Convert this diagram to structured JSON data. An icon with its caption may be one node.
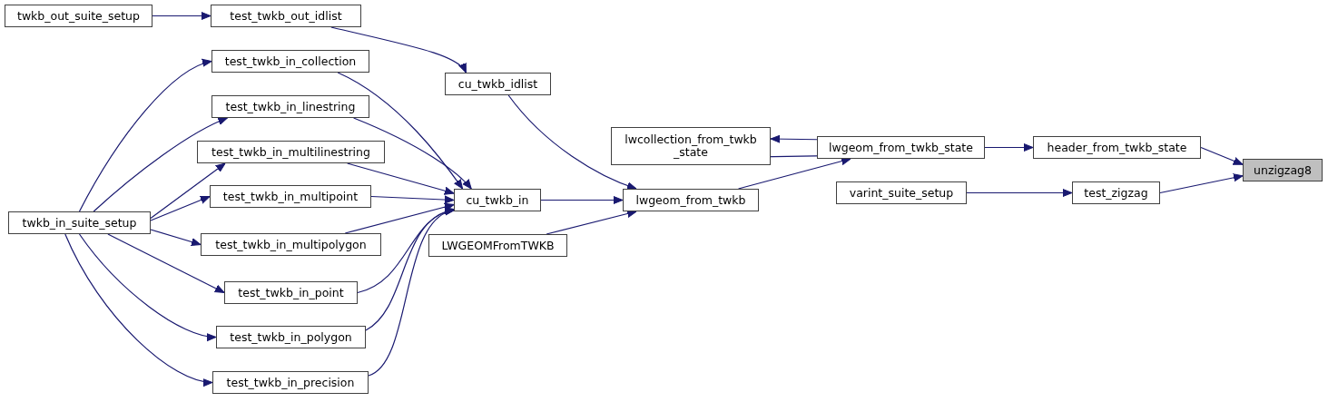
{
  "diagram": {
    "nodes": [
      {
        "text": [
          "unzigzag8"
        ]
      },
      {
        "text": [
          "header_from_twkb_state"
        ]
      },
      {
        "text": [
          "test_zigzag"
        ]
      },
      {
        "text": [
          "lwgeom_from_twkb_state"
        ]
      },
      {
        "text": [
          "lwcollection_from_twkb _state"
        ]
      },
      {
        "text": [
          "varint_suite_setup"
        ]
      },
      {
        "text": [
          "lwgeom_from_twkb"
        ]
      },
      {
        "text": [
          "cu_twkb_idlist"
        ]
      },
      {
        "text": [
          "cu_twkb_in"
        ]
      },
      {
        "text": [
          "LWGEOMFromTWKB"
        ]
      },
      {
        "text": [
          "test_twkb_out_idlist"
        ]
      },
      {
        "text": [
          "twkb_out_suite_setup"
        ]
      },
      {
        "text": [
          "test_twkb_in_collection"
        ]
      },
      {
        "text": [
          "test_twkb_in_linestring"
        ]
      },
      {
        "text": [
          "test_twkb_in_multilinestring"
        ]
      },
      {
        "text": [
          "test_twkb_in_multipoint"
        ]
      },
      {
        "text": [
          "test_twkb_in_multipolygon"
        ]
      },
      {
        "text": [
          "test_twkb_in_point"
        ]
      },
      {
        "text": [
          "test_twkb_in_polygon"
        ]
      },
      {
        "text": [
          "test_twkb_in_precision"
        ]
      },
      {
        "text": [
          "twkb_in_suite_setup"
        ]
      }
    ],
    "edges": [
      {
        "from": 1,
        "to": 0,
        "arrow": "to"
      },
      {
        "from": 2,
        "to": 0,
        "arrow": "to"
      },
      {
        "from": 3,
        "to": 1,
        "arrow": "to"
      },
      {
        "from": 5,
        "to": 2,
        "arrow": "to"
      },
      {
        "from": 3,
        "to": 4,
        "arrow": "to"
      },
      {
        "from": 4,
        "to": 3,
        "arrow": "to"
      },
      {
        "from": 6,
        "to": 3,
        "arrow": "to"
      },
      {
        "from": 7,
        "to": 6,
        "arrow": "to"
      },
      {
        "from": 8,
        "to": 6,
        "arrow": "to"
      },
      {
        "from": 9,
        "to": 6,
        "arrow": "to"
      },
      {
        "from": 10,
        "to": 7,
        "arrow": "to"
      },
      {
        "from": 11,
        "to": 10,
        "arrow": "to"
      },
      {
        "from": 12,
        "to": 8,
        "arrow": "to"
      },
      {
        "from": 13,
        "to": 8,
        "arrow": "to"
      },
      {
        "from": 14,
        "to": 8,
        "arrow": "to"
      },
      {
        "from": 15,
        "to": 8,
        "arrow": "to"
      },
      {
        "from": 16,
        "to": 8,
        "arrow": "to"
      },
      {
        "from": 17,
        "to": 8,
        "arrow": "to"
      },
      {
        "from": 18,
        "to": 8,
        "arrow": "to"
      },
      {
        "from": 19,
        "to": 8,
        "arrow": "to"
      },
      {
        "from": 20,
        "to": 12,
        "arrow": "to"
      },
      {
        "from": 20,
        "to": 13,
        "arrow": "to"
      },
      {
        "from": 20,
        "to": 14,
        "arrow": "to"
      },
      {
        "from": 20,
        "to": 15,
        "arrow": "to"
      },
      {
        "from": 20,
        "to": 16,
        "arrow": "to"
      },
      {
        "from": 20,
        "to": 17,
        "arrow": "to"
      },
      {
        "from": 20,
        "to": 18,
        "arrow": "to"
      },
      {
        "from": 20,
        "to": 19,
        "arrow": "to"
      }
    ]
  }
}
